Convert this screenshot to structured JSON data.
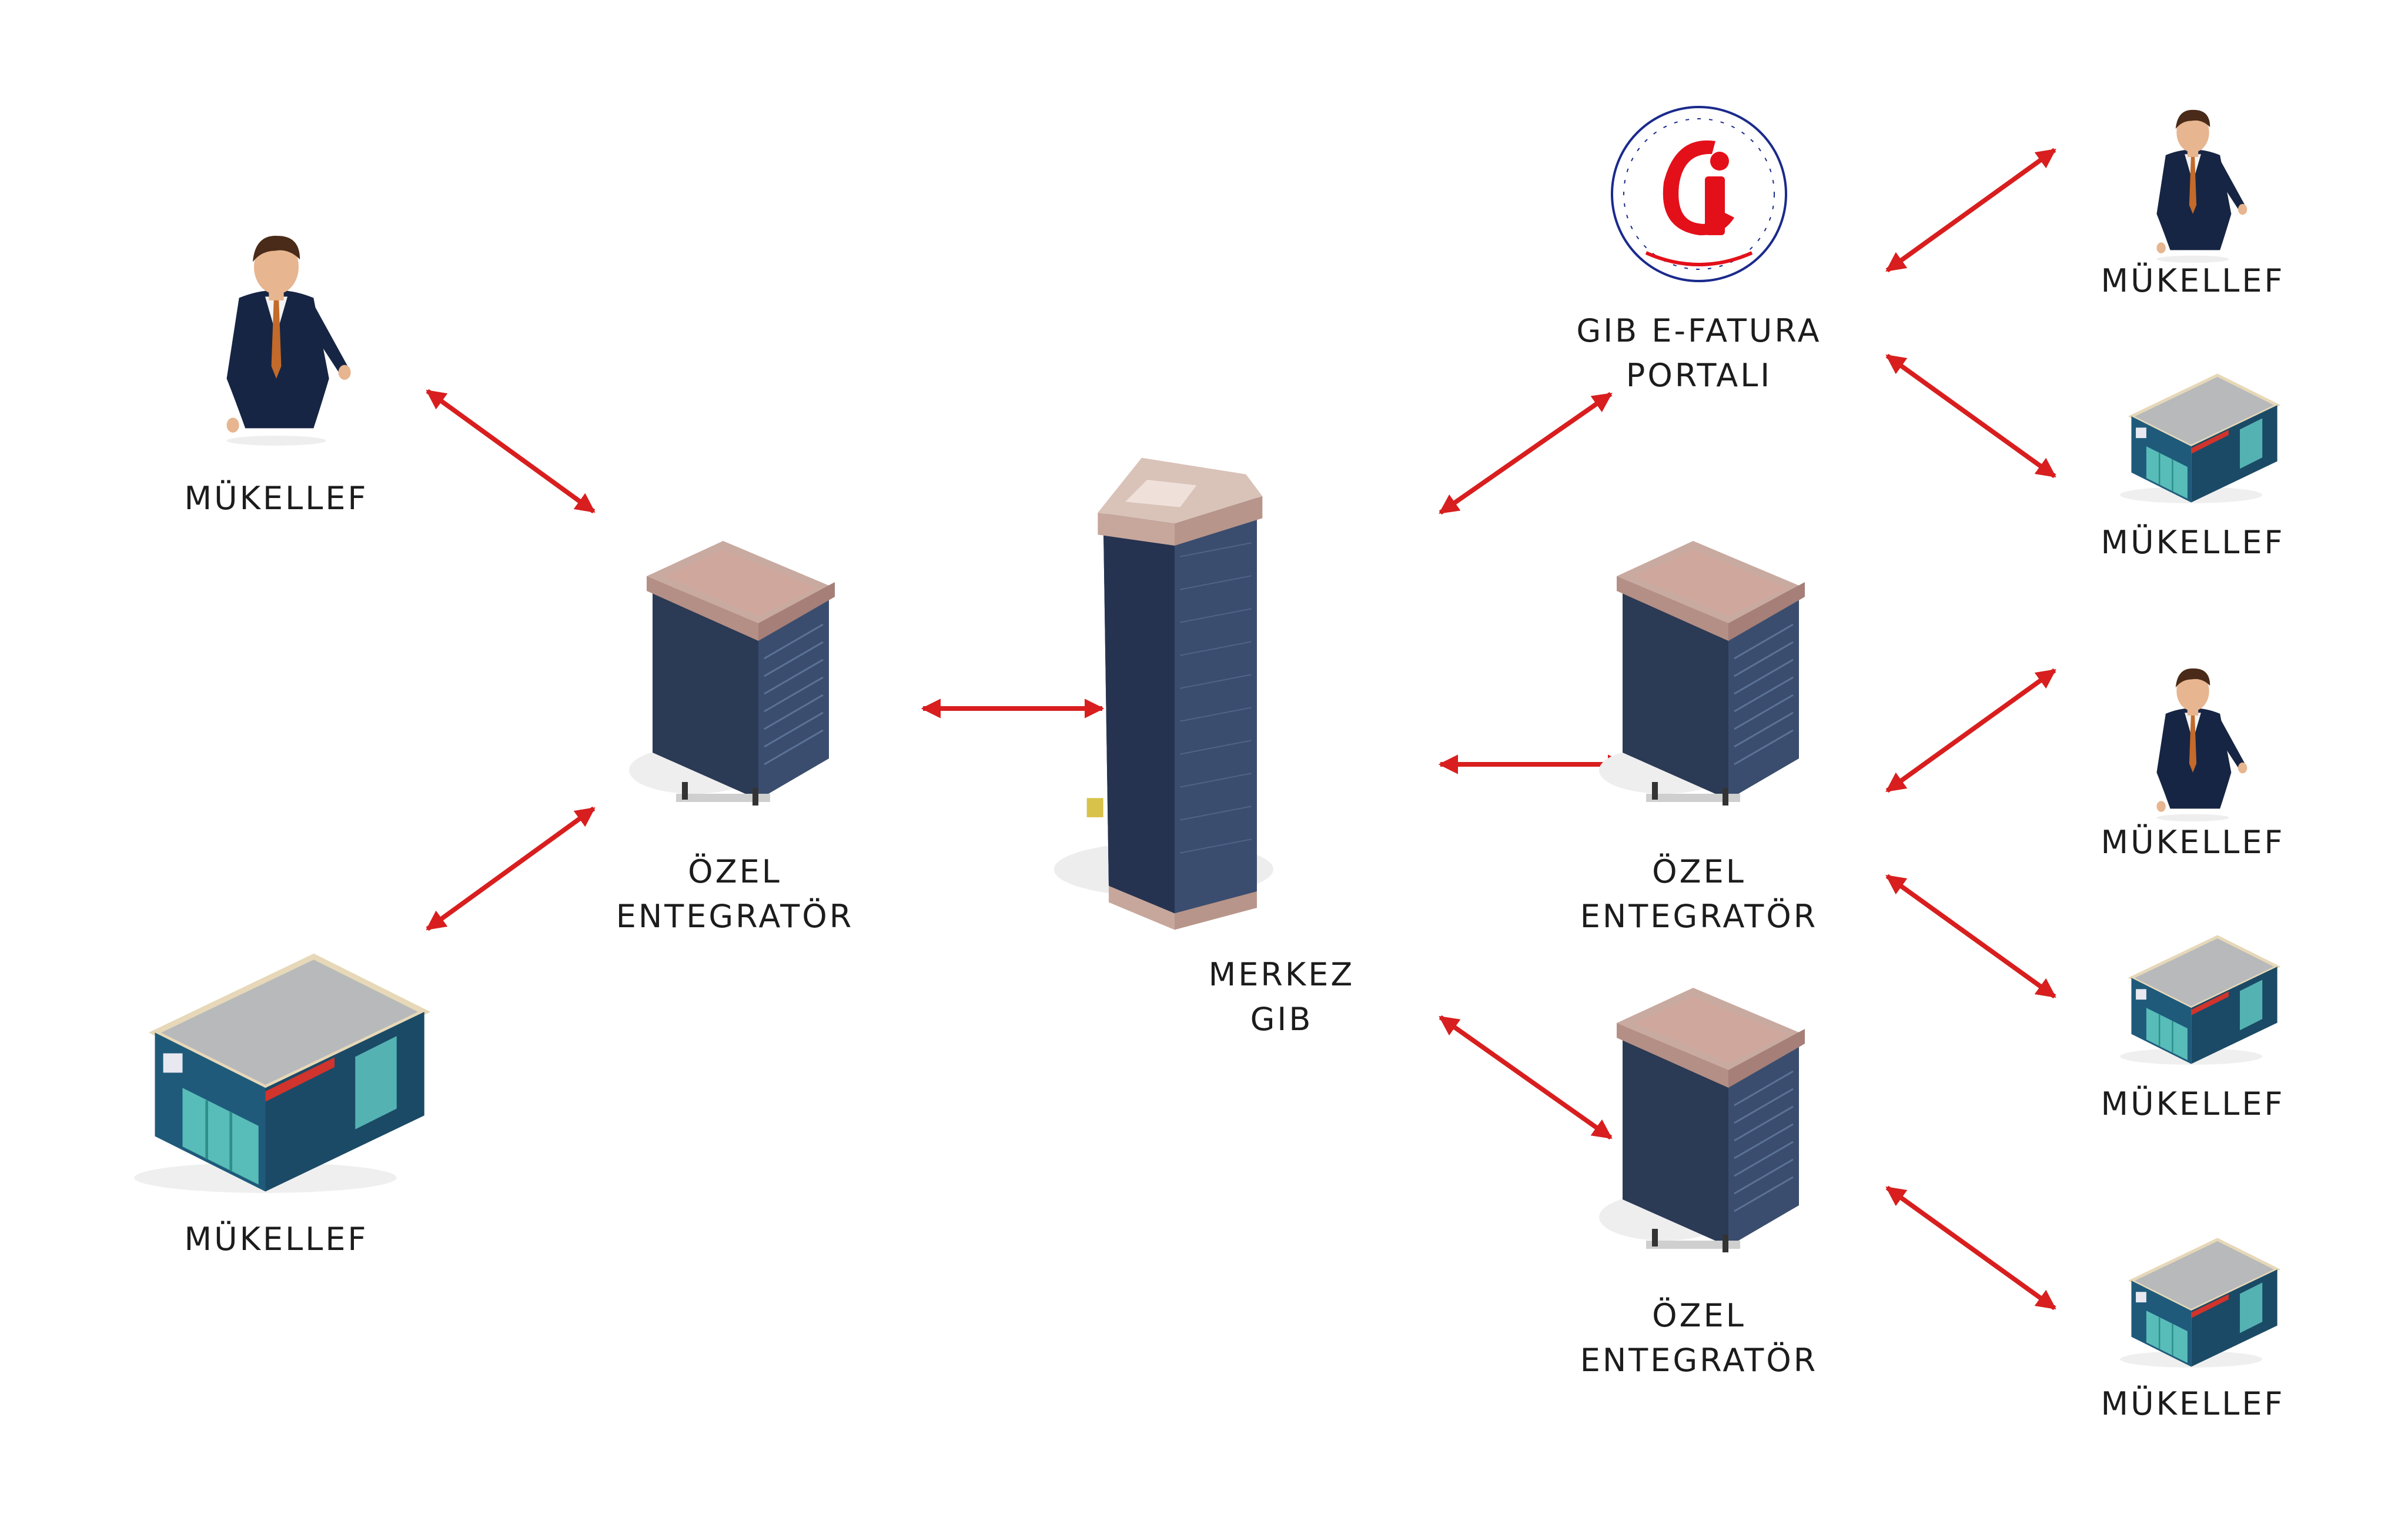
{
  "colors": {
    "arrow": "#d81e1e",
    "building_dark": "#2b3a55",
    "building_roof": "#c9aaa0",
    "shop_wall": "#1f5a7a",
    "shop_glass": "#5ec6c0",
    "shop_roof": "#b7b9bb",
    "portal_red": "#e3101a",
    "portal_ring": "#1a2a8c",
    "person_suit": "#172544",
    "person_skin": "#e7b58f"
  },
  "nodes": {
    "left_person": {
      "label": "MÜKELLEF",
      "icon": "person-icon"
    },
    "left_shop": {
      "label": "MÜKELLEF",
      "icon": "shop-icon"
    },
    "left_integrator": {
      "line1": "ÖZEL",
      "line2": "ENTEGRATÖR",
      "icon": "integrator-building-icon"
    },
    "center": {
      "line1": "MERKEZ",
      "line2": "GIB",
      "icon": "gib-tower-icon"
    },
    "portal": {
      "line1": "GIB E-FATURA",
      "line2": "PORTALI",
      "icon": "gib-portal-logo-icon"
    },
    "right_integrator_1": {
      "line1": "ÖZEL",
      "line2": "ENTEGRATÖR",
      "icon": "integrator-building-icon"
    },
    "right_integrator_2": {
      "line1": "ÖZEL",
      "line2": "ENTEGRATÖR",
      "icon": "integrator-building-icon"
    },
    "right_taxpayers": [
      {
        "label": "MÜKELLEF",
        "icon": "person-icon"
      },
      {
        "label": "MÜKELLEF",
        "icon": "shop-icon"
      },
      {
        "label": "MÜKELLEF",
        "icon": "person-icon"
      },
      {
        "label": "MÜKELLEF",
        "icon": "shop-icon"
      },
      {
        "label": "MÜKELLEF",
        "icon": "shop-icon"
      }
    ]
  }
}
